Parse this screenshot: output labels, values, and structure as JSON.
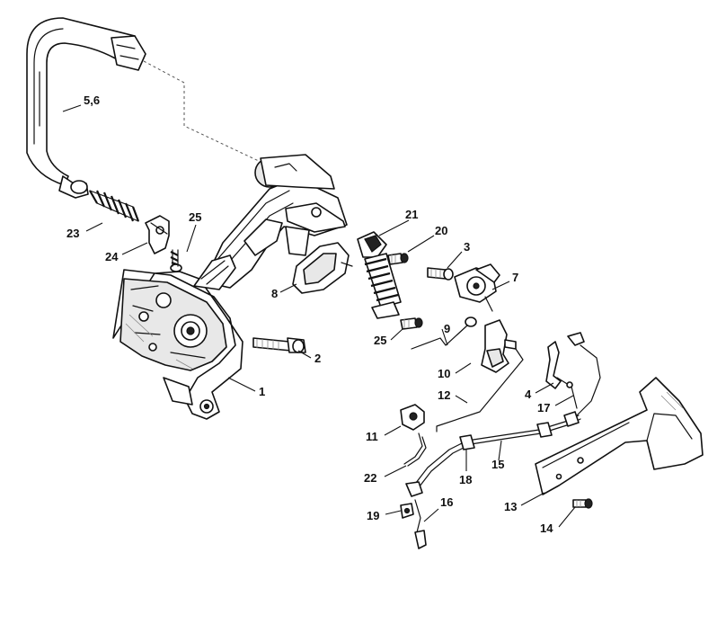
{
  "callouts": [
    {
      "id": "c56",
      "text": "5,6"
    },
    {
      "id": "c23",
      "text": "23"
    },
    {
      "id": "c24",
      "text": "24"
    },
    {
      "id": "c25a",
      "text": "25"
    },
    {
      "id": "c8",
      "text": "8"
    },
    {
      "id": "c1",
      "text": "1"
    },
    {
      "id": "c2",
      "text": "2"
    },
    {
      "id": "c21",
      "text": "21"
    },
    {
      "id": "c20",
      "text": "20"
    },
    {
      "id": "c3",
      "text": "3"
    },
    {
      "id": "c7",
      "text": "7"
    },
    {
      "id": "c25b",
      "text": "25"
    },
    {
      "id": "c9",
      "text": "9"
    },
    {
      "id": "c10",
      "text": "10"
    },
    {
      "id": "c12",
      "text": "12"
    },
    {
      "id": "c4",
      "text": "4"
    },
    {
      "id": "c17",
      "text": "17"
    },
    {
      "id": "c11",
      "text": "11"
    },
    {
      "id": "c22",
      "text": "22"
    },
    {
      "id": "c18",
      "text": "18"
    },
    {
      "id": "c15",
      "text": "15"
    },
    {
      "id": "c13",
      "text": "13"
    },
    {
      "id": "c19",
      "text": "19"
    },
    {
      "id": "c16",
      "text": "16"
    },
    {
      "id": "c14",
      "text": "14"
    }
  ]
}
